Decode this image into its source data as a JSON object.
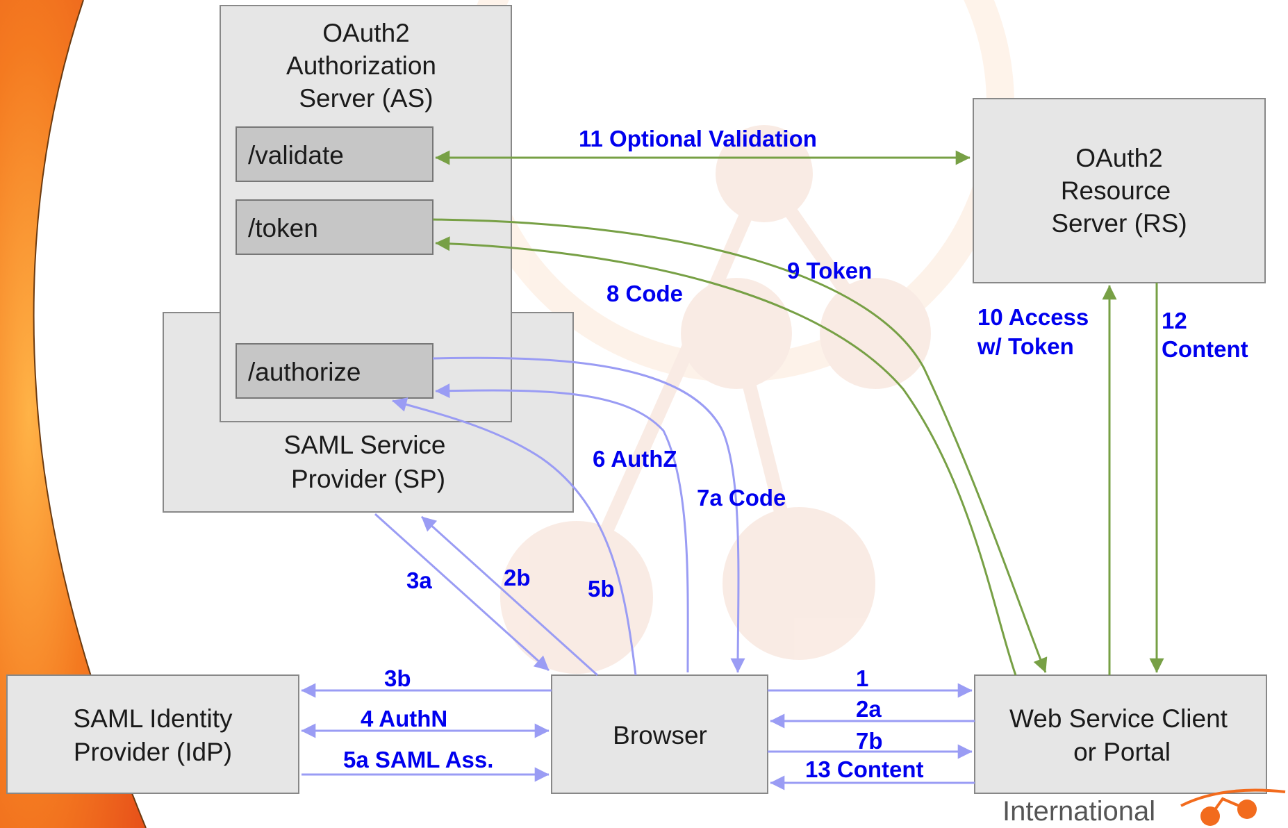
{
  "colors": {
    "blue_label": "#0000ee",
    "green_arrow": "#77a045",
    "blue_arrow": "#9a9cf4",
    "box_fill": "#e6e6e6",
    "endpoint_fill": "#c6c6c6",
    "brand_orange": "#f26b1d"
  },
  "boxes": {
    "as_title_1": "OAuth2",
    "as_title_2": "Authorization",
    "as_title_3": "Server (AS)",
    "validate": "/validate",
    "token": "/token",
    "authorize": "/authorize",
    "sp_title_1": "SAML Service",
    "sp_title_2": "Provider (SP)",
    "rs_title_1": "OAuth2",
    "rs_title_2": "Resource",
    "rs_title_3": "Server (RS)",
    "idp_title_1": "SAML Identity",
    "idp_title_2": "Provider (IdP)",
    "browser": "Browser",
    "client_title_1": "Web Service Client",
    "client_title_2": "or Portal"
  },
  "labels": {
    "l11": "11 Optional Validation",
    "l9": "9 Token",
    "l8": "8 Code",
    "l10a": "10 Access",
    "l10b": "w/ Token",
    "l12a": "12",
    "l12b": "Content",
    "l6": "6 AuthZ",
    "l7a": "7a Code",
    "l3a": "3a",
    "l2b": "2b",
    "l5b": "5b",
    "l3b": "3b",
    "l4": "4 AuthN",
    "l5a": "5a  SAML Ass.",
    "l1": "1",
    "l2a": "2a",
    "l7b": "7b",
    "l13": "13 Content"
  },
  "footer": {
    "text": "International"
  }
}
